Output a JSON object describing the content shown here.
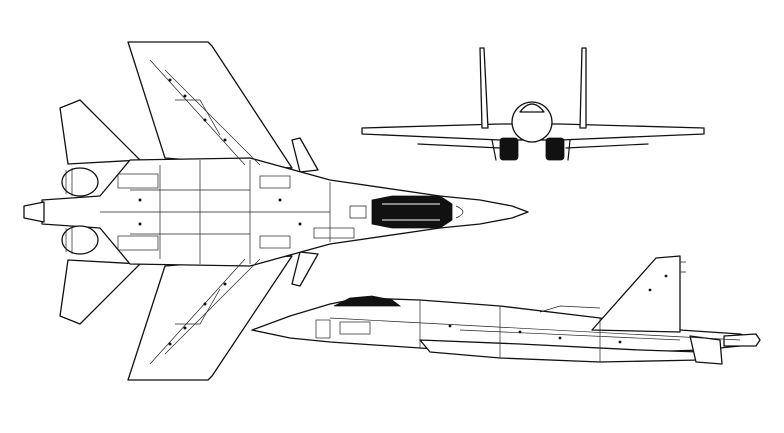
{
  "drawing": {
    "subject": "",
    "views": [
      "plan-view",
      "front-view",
      "side-view"
    ],
    "line_color": "#111111",
    "background": "#ffffff"
  }
}
